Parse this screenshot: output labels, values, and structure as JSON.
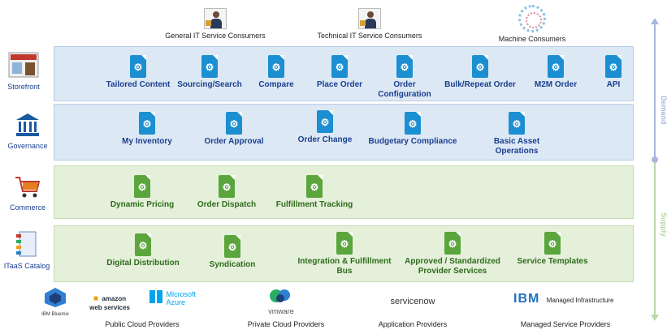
{
  "consumers": [
    {
      "label": "General IT Service Consumers"
    },
    {
      "label": "Technical IT Service Consumers"
    },
    {
      "label": "Machine Consumers"
    }
  ],
  "layers": {
    "storefront": "Storefront",
    "governance": "Governance",
    "commerce": "Commerce",
    "catalog": "ITaaS Catalog"
  },
  "storefront_services": [
    "Tailored Content",
    "Sourcing/Search",
    "Compare",
    "Place Order",
    "Order Configuration",
    "Bulk/Repeat Order",
    "M2M Order",
    "API"
  ],
  "governance_services": [
    "My Inventory",
    "Order Approval",
    "Order Change",
    "Budgetary Compliance",
    "Basic Asset Operations"
  ],
  "commerce_services": [
    "Dynamic Pricing",
    "Order Dispatch",
    "Fulfillment Tracking"
  ],
  "catalog_services": [
    "Digital Distribution",
    "Syndication",
    "Integration & Fulfillment Bus",
    "Approved / Standardized Provider Services",
    "Service Templates"
  ],
  "providers": {
    "public": {
      "label": "Public Cloud Providers",
      "logos": [
        "IBM Bluemix",
        "amazon web services",
        "Microsoft Azure"
      ]
    },
    "private": {
      "label": "Private Cloud Providers",
      "logos": [
        "vmware"
      ]
    },
    "application": {
      "label": "Application Providers",
      "logos": [
        "servicenow"
      ]
    },
    "managed": {
      "label": "Managed Service Providers",
      "logos": [
        "IBM",
        "Managed Infrastructure"
      ]
    }
  },
  "axis": {
    "demand": "Demand",
    "supply": "Supply"
  },
  "colors": {
    "blue_band": "#dde8f5",
    "green_band": "#e4f0d9",
    "blue_icon": "#1b8fd1",
    "green_icon": "#5aa63c",
    "demand": "#a8b8dc",
    "supply": "#b8d8a8"
  }
}
